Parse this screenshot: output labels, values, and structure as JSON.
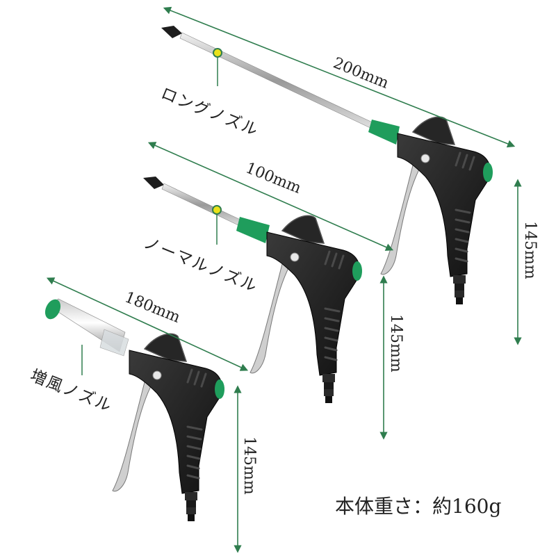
{
  "colors": {
    "accent_green": "#1f9d5c",
    "dimension_line": "#2f7d4e",
    "marker_yellow": "#e9e21a",
    "body_black": "#1d1d1d"
  },
  "guns": {
    "long": {
      "nozzle_label": "ロングノズル",
      "nozzle_length": "200mm",
      "height": "145mm"
    },
    "normal": {
      "nozzle_label": "ノーマルノズル",
      "nozzle_length": "100mm",
      "height": "145mm"
    },
    "boost": {
      "nozzle_label": "増風ノズル",
      "nozzle_length": "180mm",
      "height": "145mm"
    }
  },
  "weight_text": "本体重さ：約160g"
}
